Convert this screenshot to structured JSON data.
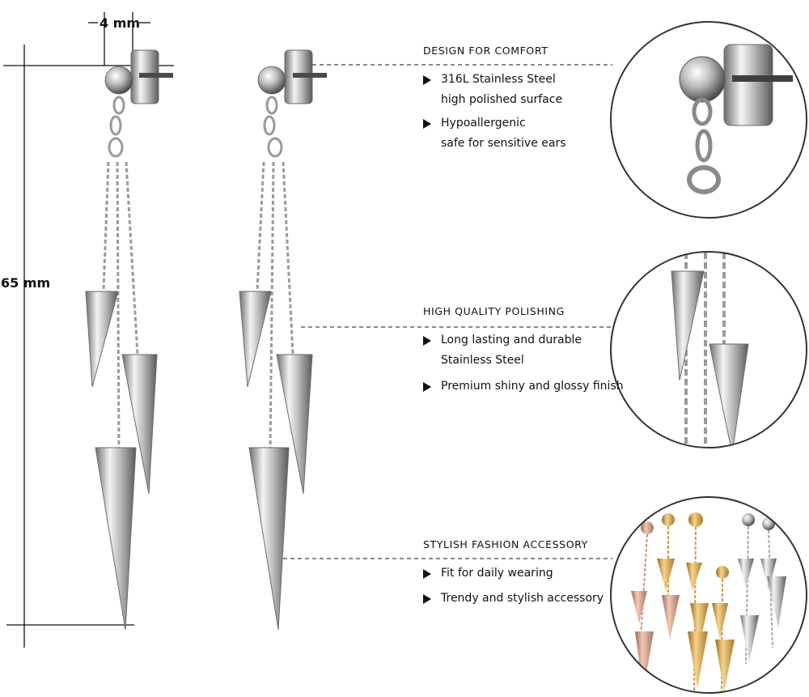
{
  "dimensions": {
    "width_label": "4 mm",
    "length_label": "65 mm"
  },
  "features": [
    {
      "heading": "DESIGN FOR COMFORT",
      "points": [
        {
          "line1": "316L Stainless Steel",
          "line2": "high polished surface"
        },
        {
          "line1": "Hypoallergenic",
          "line2": "safe for sensitive ears"
        }
      ]
    },
    {
      "heading": "HIGH QUALITY POLISHING",
      "points": [
        {
          "line1": "Long lasting and durable",
          "line2": "Stainless Steel"
        },
        {
          "line1": "Premium shiny and glossy finish",
          "line2": ""
        }
      ]
    },
    {
      "heading": "STYLISH FASHION ACCESSORY",
      "points": [
        {
          "line1": "Fit for daily wearing",
          "line2": ""
        },
        {
          "line1": "Trendy and stylish accessory",
          "line2": ""
        }
      ]
    }
  ],
  "colors": {
    "silver": "#c8c8c8",
    "gold": "#d9a54a",
    "rose_gold": "#d8a08a",
    "ink": "#111111"
  }
}
